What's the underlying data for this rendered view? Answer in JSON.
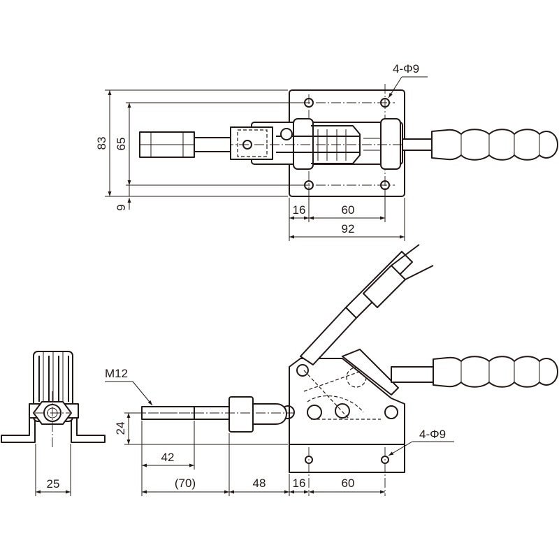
{
  "top_view": {
    "hole_callout": "4-Φ9",
    "dim_overall_height": "83",
    "dim_hole_pitch_vertical": "65",
    "dim_edge_offset": "9",
    "dim_edge_to_hole": "16",
    "dim_hole_pitch_horizontal": "60",
    "dim_base_width": "92"
  },
  "side_view": {
    "thread_label": "M12",
    "hole_callout": "4-Φ9",
    "dim_height": "24",
    "dim_thread_length": "42",
    "dim_stroke": "(70)",
    "dim_body": "48",
    "dim_edge_to_hole": "16",
    "dim_hole_pitch": "60"
  },
  "end_view": {
    "dim_width": "25"
  }
}
